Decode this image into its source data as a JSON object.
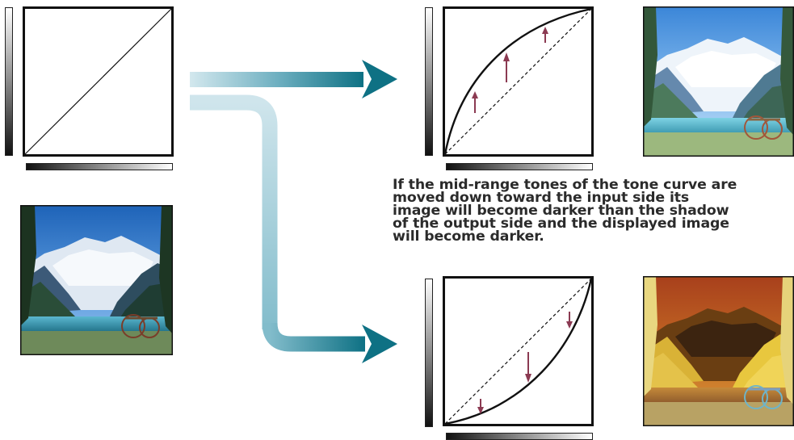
{
  "caption": {
    "text": "If the mid-range tones of the tone curve are\nmoved down toward the input side its\nimage will become darker than the shadow\nof the output side and the displayed image\nwill become darker."
  },
  "colors": {
    "arrow_teal": "#0e7184",
    "arrow_light": "#c9e2e9",
    "curve_arrow": "#8b3a52",
    "border": "#111111"
  },
  "panels": {
    "original": {
      "curve": "linear",
      "photo": "normal"
    },
    "brighter": {
      "curve": "convex",
      "arrow_direction": "up",
      "photo": "brighter"
    },
    "darker": {
      "curve": "concave",
      "arrow_direction": "down",
      "photo": "darker"
    }
  },
  "icons": {
    "flow_arrow": "flow-arrow-icon",
    "tone_arrow_up": "arrow-up-icon",
    "tone_arrow_down": "arrow-down-icon"
  }
}
